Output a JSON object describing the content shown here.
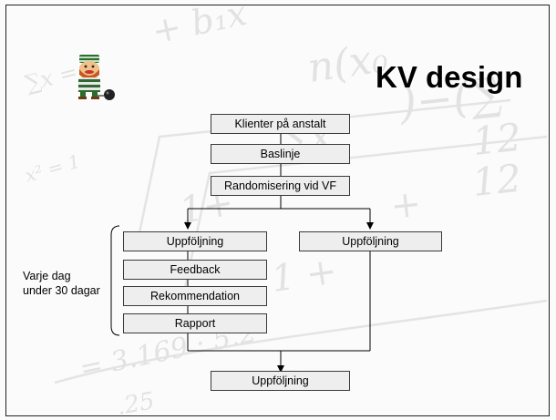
{
  "title": "KV design",
  "flow": {
    "step1": "Klienter på anstalt",
    "step2": "Baslinje",
    "step3": "Randomisering vid VF",
    "left_followup": "Uppföljning",
    "right_followup": "Uppföljning",
    "feedback": "Feedback",
    "recommendation": "Rekommendation",
    "report": "Rapport",
    "final_followup": "Uppföljning"
  },
  "side_note": {
    "line1": "Varje dag",
    "line2": "under 30 dagar"
  }
}
